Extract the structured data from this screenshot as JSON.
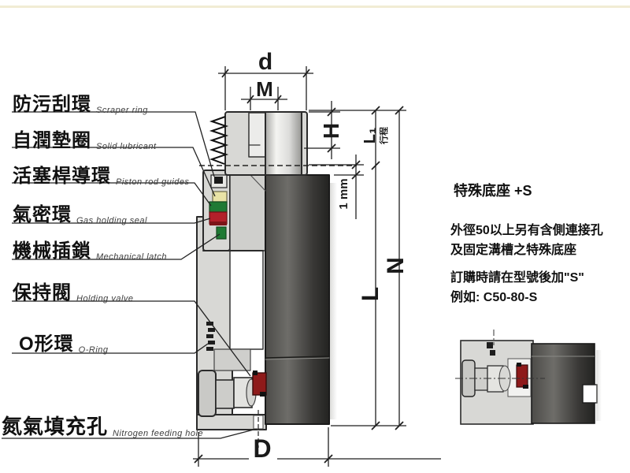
{
  "page": {
    "background": "#ffffff",
    "top_accent_color": "#f1ecd4"
  },
  "part_labels": [
    {
      "zh": "防污刮環",
      "en": "Scraper ring"
    },
    {
      "zh": "自潤墊圈",
      "en": "Solid lubricant"
    },
    {
      "zh": "活塞桿導環",
      "en": "Piston rod guides"
    },
    {
      "zh": "氣密環",
      "en": "Gas holding seal"
    },
    {
      "zh": "機械插鎖",
      "en": "Mechanical latch"
    },
    {
      "zh": "保持閥",
      "en": "Holding valve"
    },
    {
      "zh": "O形環",
      "en": "O-Ring"
    },
    {
      "zh": "氮氣填充孔",
      "en": "Nitrogen feeding hole"
    }
  ],
  "dim_labels": {
    "d": "d",
    "m": "M",
    "h": "H",
    "l1": "L₁",
    "stroke": "行程",
    "one_mm": "1 mm",
    "l": "L",
    "n": "N",
    "big_d": "D"
  },
  "note": {
    "title": "特殊底座 +S",
    "line1": "外徑50以上另有含側連接孔",
    "line2": "及固定溝槽之特殊底座",
    "line3": "訂購時請在型號後加\"S\"",
    "line4": "例如: C50-80-S"
  },
  "colors": {
    "metal_light": "#d8d8d5",
    "metal_mid": "#c9c9c6",
    "metal_dark": "#3c3b39",
    "seal_yellow": "#e9e3a6",
    "seal_green": "#1f7a34",
    "seal_red": "#b3202a",
    "valve_red": "#8e1a1a",
    "line": "#222222"
  }
}
